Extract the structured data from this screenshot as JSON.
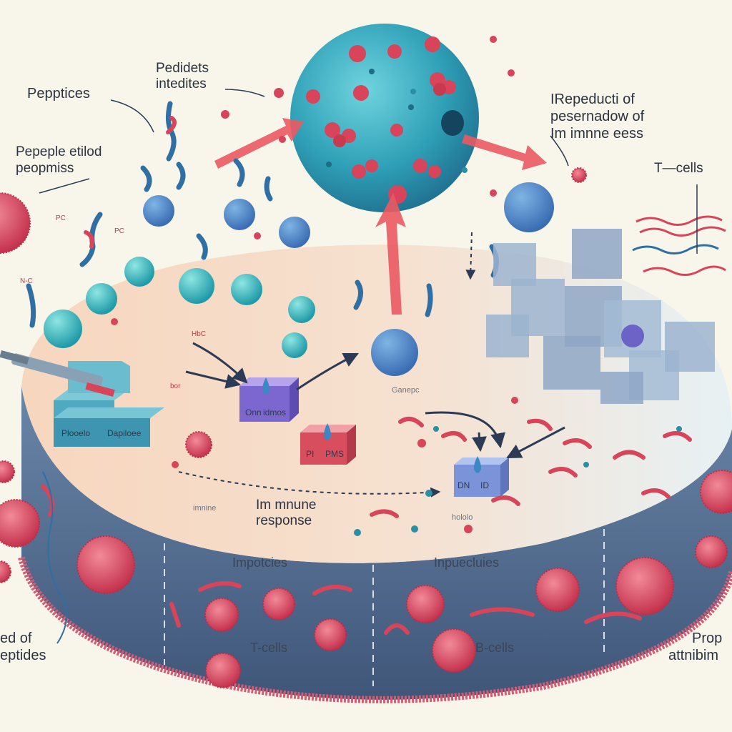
{
  "labels": {
    "peptices": "Pepptices",
    "pedidets_line1": "Pedidets",
    "pedidets_line2": "intedites",
    "pepeple_line1": "Pepeple etilod",
    "pepeple_line2": "peopmiss",
    "repeduct_line1": "IRepeducti of",
    "repeduct_line2": "pesernadow of",
    "repeduct_line3": "Im imnne  eess",
    "t_cells_top": "T—cells",
    "immune_line1": "Im mnune",
    "immune_line2": "response",
    "impotcies": "Impotcies",
    "inpuecluies": "Inpuecluies",
    "t_cells_bottom": "T-cells",
    "b_cells": "B-cells",
    "ed_of_line1": "ed of",
    "ed_of_line2": "eptides",
    "prop_line1": "Prop",
    "prop_line2": "attnibim",
    "pc": "PC",
    "pc2": "PC",
    "nc": "N-C",
    "hbc": "HbC",
    "bor": "bor",
    "imine": "imnine",
    "hololo": "hololo",
    "genpa": "Ganepc"
  },
  "boxes": {
    "plooelo_left": "Plooelo",
    "plooelo_right": "Dapiloee",
    "purple_left": "Onn",
    "purple_right": "idmos",
    "red_left": "PI",
    "red_right": "PMS",
    "blue_left": "DN",
    "blue_right": "ID"
  },
  "colors": {
    "background": "#f8f5ea",
    "platform_top_left": "#f6d9c4",
    "platform_top_right": "#e6f0f3",
    "platform_side": "#5a7396",
    "cell_teal": "#3aa9b9",
    "antigen_red": "#d8445a",
    "arrow_red": "#ea5a62"
  },
  "icons": [
    "virus-icon",
    "antigen-sphere-icon",
    "t-cell-icon",
    "peptide-strand-icon",
    "cube-icon",
    "syringe-icon",
    "arrow-icon"
  ]
}
